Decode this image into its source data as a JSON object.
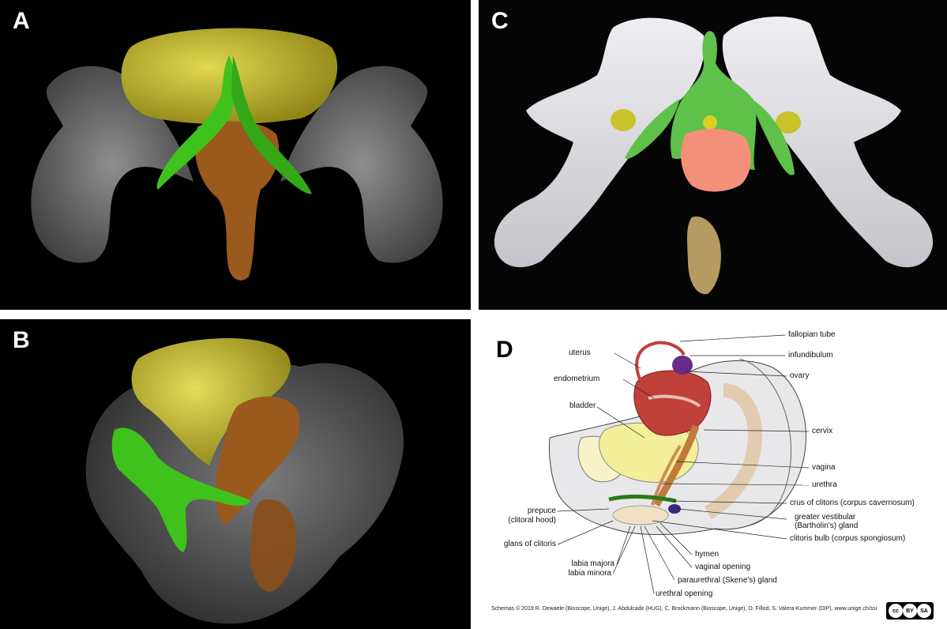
{
  "panels": {
    "a": {
      "letter": "A"
    },
    "b": {
      "letter": "B"
    },
    "c": {
      "letter": "C"
    },
    "d": {
      "letter": "D"
    }
  },
  "diagram_d": {
    "labels": {
      "fallopian_tube": "fallopian tube",
      "uterus": "uterus",
      "infundibulum": "infundibulum",
      "ovary": "ovary",
      "endometrium": "endometrium",
      "bladder": "bladder",
      "cervix": "cervix",
      "vagina": "vagina",
      "urethra": "urethra",
      "crus": "crus of clitoris (corpus cavernosum)",
      "greater_vestibular_1": "greater vestibular",
      "greater_vestibular_2": "(Bartholin's) gland",
      "prepuce_1": "prepuce",
      "prepuce_2": "(clitoral hood)",
      "clitoris_bulb": "clitoris bulb (corpus spongiosum)",
      "glans": "glans of clitoris",
      "hymen": "hymen",
      "labia_majora": "labia majora",
      "vaginal_opening": "vaginal opening",
      "labia_minora": "labia minora",
      "paraurethral": "paraurethral (Skene's) gland",
      "urethral_opening": "urethral opening"
    },
    "credits": "Schemas © 2019 R. Dewaele (Bioscope, Unige), J. Abdulcadir (HUG), C. Brockmann (Bioscope, Unige), O. Fillod, S. Valera-Kummer (DIP), www.unige.ch/ssi",
    "license_badge": {
      "cc": "cc",
      "by": "BY",
      "sa": "SA"
    }
  },
  "colors": {
    "bone": "#9a9a9a",
    "yellow_structure": "#c9c22a",
    "green_structure": "#3fc21c",
    "brown_structure": "#9a5a1e",
    "model_white": "#dcdce0",
    "model_green": "#5fc04a",
    "model_salmon": "#f4907a",
    "uterus_red": "#c0403a",
    "bladder_yellow": "#f2ee9a",
    "ovary_purple": "#6a2a8a"
  }
}
